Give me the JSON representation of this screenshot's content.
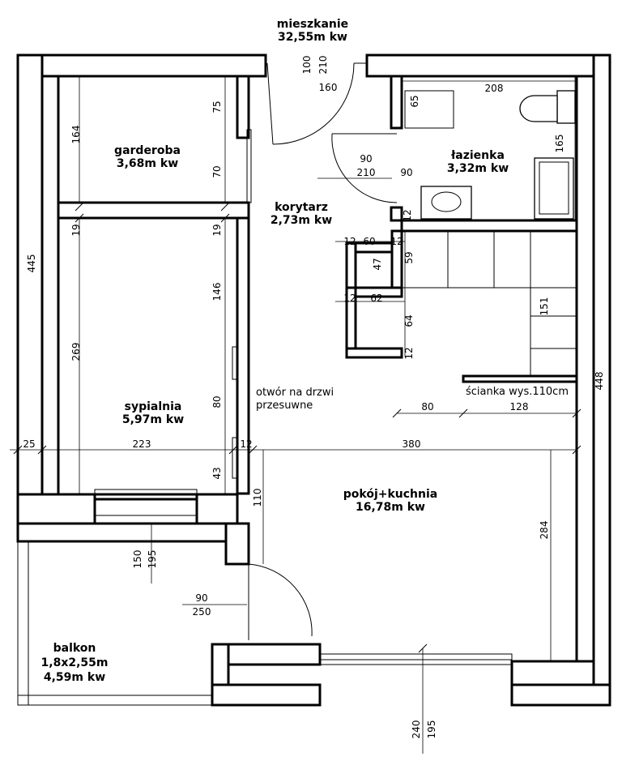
{
  "total": {
    "name": "mieszkanie",
    "area": "32,55m kw"
  },
  "rooms": {
    "garderoba": {
      "name": "garderoba",
      "area": "3,68m kw"
    },
    "lazienka": {
      "name": "łazienka",
      "area": "3,32m kw"
    },
    "korytarz": {
      "name": "korytarz",
      "area": "2,73m kw"
    },
    "sypialnia": {
      "name": "sypialnia",
      "area": "5,97m kw"
    },
    "pokoj": {
      "name": "pokój+kuchnia",
      "area": "16,78m kw"
    },
    "balkon": {
      "name": "balkon",
      "size": "1,8x2,55m",
      "area": "4,59m kw"
    }
  },
  "notes": {
    "sliding_door_line1": "otwór na drzwi",
    "sliding_door_line2": "przesuwne",
    "partition": "ścianka wys.110cm"
  },
  "dims": {
    "d100": "100",
    "d210a": "210",
    "d160": "160",
    "d208": "208",
    "d65": "65",
    "d165": "165",
    "d90a": "90",
    "d210b": "210",
    "d90b": "90",
    "d164": "164",
    "d75": "75",
    "d70": "70",
    "d19a": "19",
    "d19b": "19",
    "d146": "146",
    "d445": "445",
    "d269": "269",
    "d80v": "80",
    "d43": "43",
    "d12a": "12",
    "d60": "60",
    "d12b": "12",
    "d47": "47",
    "d59": "59",
    "d12c": "12",
    "d62": "62",
    "d64": "64",
    "d12d": "12",
    "d12e": "12",
    "d151": "151",
    "d448": "448",
    "d80h": "80",
    "d128": "128",
    "d25": "25",
    "d223": "223",
    "d12f": "12",
    "d380": "380",
    "d110": "110",
    "d284": "284",
    "d150": "150",
    "d195a": "195",
    "d90c": "90",
    "d250": "250",
    "d240": "240",
    "d195b": "195"
  }
}
